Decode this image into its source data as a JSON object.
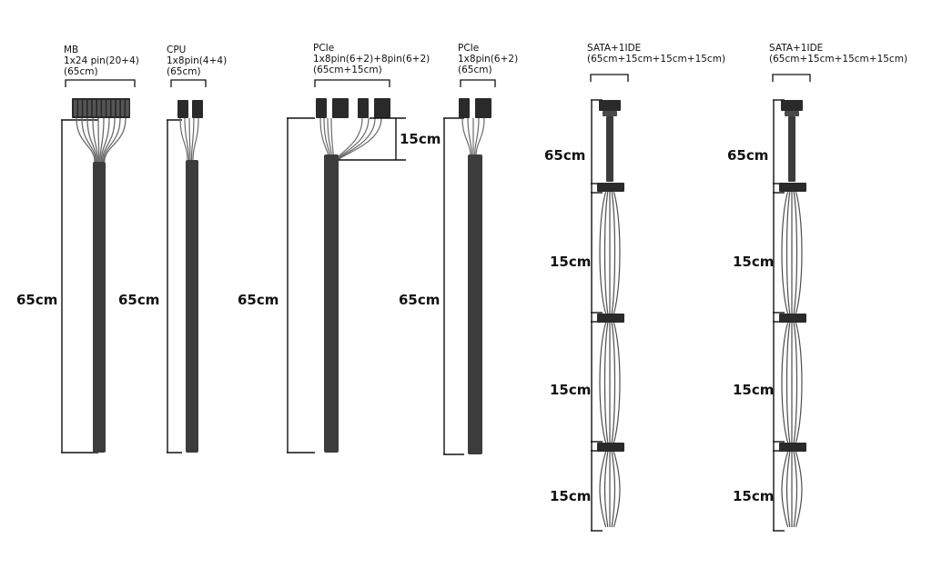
{
  "cables": [
    {
      "id": "mb",
      "title": "MB",
      "spec": "1x24 pin(20+4)",
      "length_note": "(65cm)"
    },
    {
      "id": "cpu",
      "title": "CPU",
      "spec": "1x8pin(4+4)",
      "length_note": "(65cm)"
    },
    {
      "id": "pcie1",
      "title": "PCIe",
      "spec": "1x8pin(6+2)+8pin(6+2)",
      "length_note": "(65cm+15cm)"
    },
    {
      "id": "pcie2",
      "title": "PCIe",
      "spec": "1x8pin(6+2)",
      "length_note": "(65cm)"
    },
    {
      "id": "sata1",
      "title": "SATA+1IDE",
      "spec": "(65cm+15cm+15cm+15cm)",
      "length_note": ""
    },
    {
      "id": "sata2",
      "title": "SATA+1IDE",
      "spec": "(65cm+15cm+15cm+15cm)",
      "length_note": ""
    }
  ],
  "dims": {
    "mb_main": "65cm",
    "cpu_main": "65cm",
    "pcie1_main": "65cm",
    "pcie1_branch": "15cm",
    "pcie2_main": "65cm",
    "sata1_seg1": "65cm",
    "sata1_seg2": "15cm",
    "sata1_seg3": "15cm",
    "sata1_seg4": "15cm",
    "sata2_seg1": "65cm",
    "sata2_seg2": "15cm",
    "sata2_seg3": "15cm",
    "sata2_seg4": "15cm"
  },
  "colors": {
    "cable": "#3c3c3c",
    "connector": "#2a2a2a",
    "wire": "#6a6a6a",
    "dimension_line": "#111111"
  }
}
